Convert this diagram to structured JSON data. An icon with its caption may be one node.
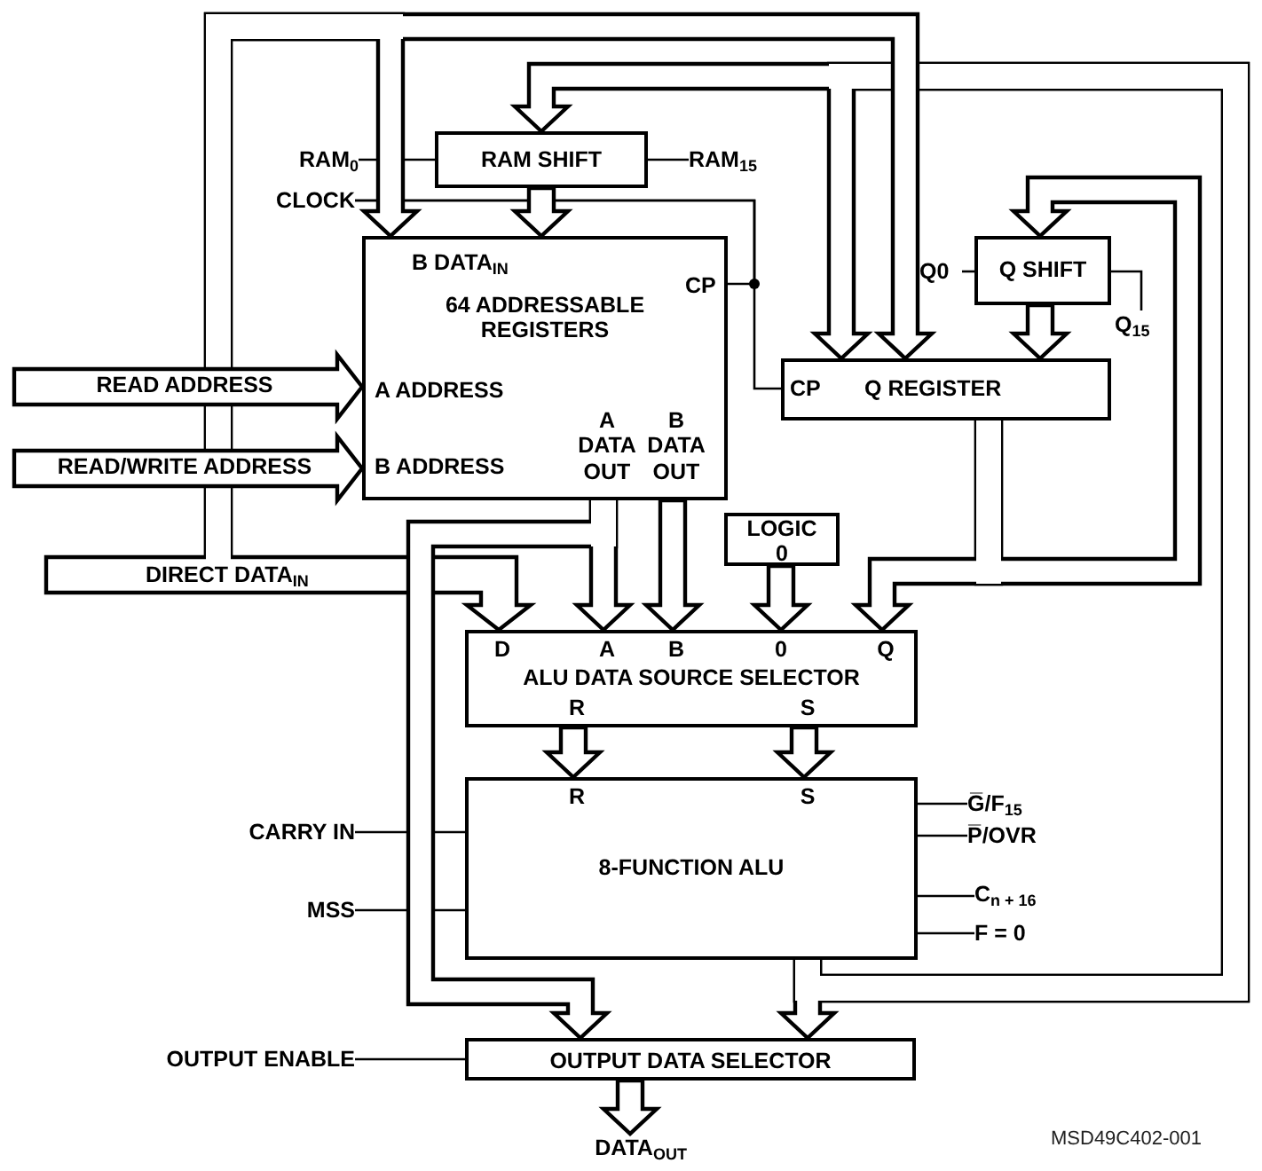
{
  "diagram": {
    "nodes": [
      {
        "text": [
          "RAM SHIFT"
        ]
      },
      {
        "text": [
          "B DATA$_{IN}$",
          "CP",
          "64 ADDRESSABLE REGISTERS",
          "A ADDRESS",
          "B ADDRESS",
          "A DATA OUT",
          "B DATA OUT"
        ]
      },
      {
        "text": [
          "Q SHIFT"
        ]
      },
      {
        "text": [
          "CP",
          "Q REGISTER"
        ]
      },
      {
        "text": [
          "LOGIC 0"
        ]
      },
      {
        "text": [
          "D",
          "A",
          "B",
          "0",
          "Q",
          "ALU DATA SOURCE SELECTOR",
          "R",
          "S"
        ]
      },
      {
        "text": [
          "R",
          "S",
          "8-FUNCTION ALU"
        ]
      },
      {
        "text": [
          "OUTPUT DATA SELECTOR"
        ]
      },
      {
        "text": [
          "RAM$_{0}$"
        ]
      },
      {
        "text": [
          "CLOCK"
        ]
      },
      {
        "text": [
          "RAM$_{15}$"
        ]
      },
      {
        "text": [
          "Q0"
        ]
      },
      {
        "text": [
          "Q$_{15}$"
        ]
      },
      {
        "text": [
          "READ ADDRESS"
        ]
      },
      {
        "text": [
          "READ/WRITE ADDRESS"
        ]
      },
      {
        "text": [
          "DIRECT DATA$_{IN}$"
        ]
      },
      {
        "text": [
          "CARRY IN"
        ]
      },
      {
        "text": [
          "MSS"
        ]
      },
      {
        "text": [
          "OUTPUT ENABLE"
        ]
      },
      {
        "text": [
          "G̅/F$_{15}$"
        ]
      },
      {
        "text": [
          "P̅/OVR"
        ]
      },
      {
        "text": [
          "C$_{n + 16}$"
        ]
      },
      {
        "text": [
          "F = 0"
        ]
      },
      {
        "text": [
          "DATA$_{OUT}$"
        ]
      }
    ],
    "edges": [
      {
        "from": 8,
        "to": 0,
        "arrow": "none"
      },
      {
        "from": 9,
        "to": 1,
        "arrow": "none"
      },
      {
        "from": 9,
        "to": 3,
        "arrow": "none"
      },
      {
        "from": 0,
        "to": 10,
        "arrow": "none"
      },
      {
        "from": 11,
        "to": 2,
        "arrow": "none"
      },
      {
        "from": 2,
        "to": 12,
        "arrow": "none"
      },
      {
        "from": 16,
        "to": 6,
        "arrow": "none"
      },
      {
        "from": 17,
        "to": 6,
        "arrow": "none"
      },
      {
        "from": 18,
        "to": 7,
        "arrow": "none"
      },
      {
        "from": 6,
        "to": 19,
        "arrow": "none"
      },
      {
        "from": 6,
        "to": 20,
        "arrow": "none"
      },
      {
        "from": 6,
        "to": 21,
        "arrow": "none"
      },
      {
        "from": 6,
        "to": 22,
        "arrow": "none"
      },
      {
        "from": 0,
        "to": 1,
        "arrow": "to",
        "style": "thick"
      },
      {
        "from": 6,
        "to": 0,
        "arrow": "to",
        "style": "thick"
      },
      {
        "from": 6,
        "to": 3,
        "arrow": "to",
        "style": "thick"
      },
      {
        "from": 6,
        "to": 7,
        "arrow": "to",
        "style": "thick"
      },
      {
        "from": 2,
        "to": 3,
        "arrow": "to",
        "style": "thick"
      },
      {
        "from": 3,
        "to": 2,
        "arrow": "to",
        "style": "thick"
      },
      {
        "from": 3,
        "to": 5,
        "arrow": "to",
        "style": "thick"
      },
      {
        "from": 1,
        "to": 5,
        "arrow": "to",
        "style": "thick"
      },
      {
        "from": 1,
        "to": 7,
        "arrow": "to",
        "style": "thick"
      },
      {
        "from": 1,
        "to": 5,
        "arrow": "to",
        "style": "thick"
      },
      {
        "from": 4,
        "to": 5,
        "arrow": "to",
        "style": "thick"
      },
      {
        "from": 15,
        "to": 5,
        "arrow": "to",
        "style": "thick"
      },
      {
        "from": 15,
        "to": 1,
        "arrow": "to",
        "style": "thick"
      },
      {
        "from": 15,
        "to": 3,
        "arrow": "to",
        "style": "thick"
      },
      {
        "from": 5,
        "to": 6,
        "arrow": "to",
        "style": "thick"
      },
      {
        "from": 5,
        "to": 6,
        "arrow": "to",
        "style": "thick"
      },
      {
        "from": 7,
        "to": 23,
        "arrow": "to",
        "style": "thick"
      },
      {
        "from": 13,
        "to": 1,
        "arrow": "to",
        "style": "thick"
      },
      {
        "from": 14,
        "to": 1,
        "arrow": "to",
        "style": "thick"
      }
    ],
    "labels": [
      "MSD49C402-001"
    ]
  }
}
